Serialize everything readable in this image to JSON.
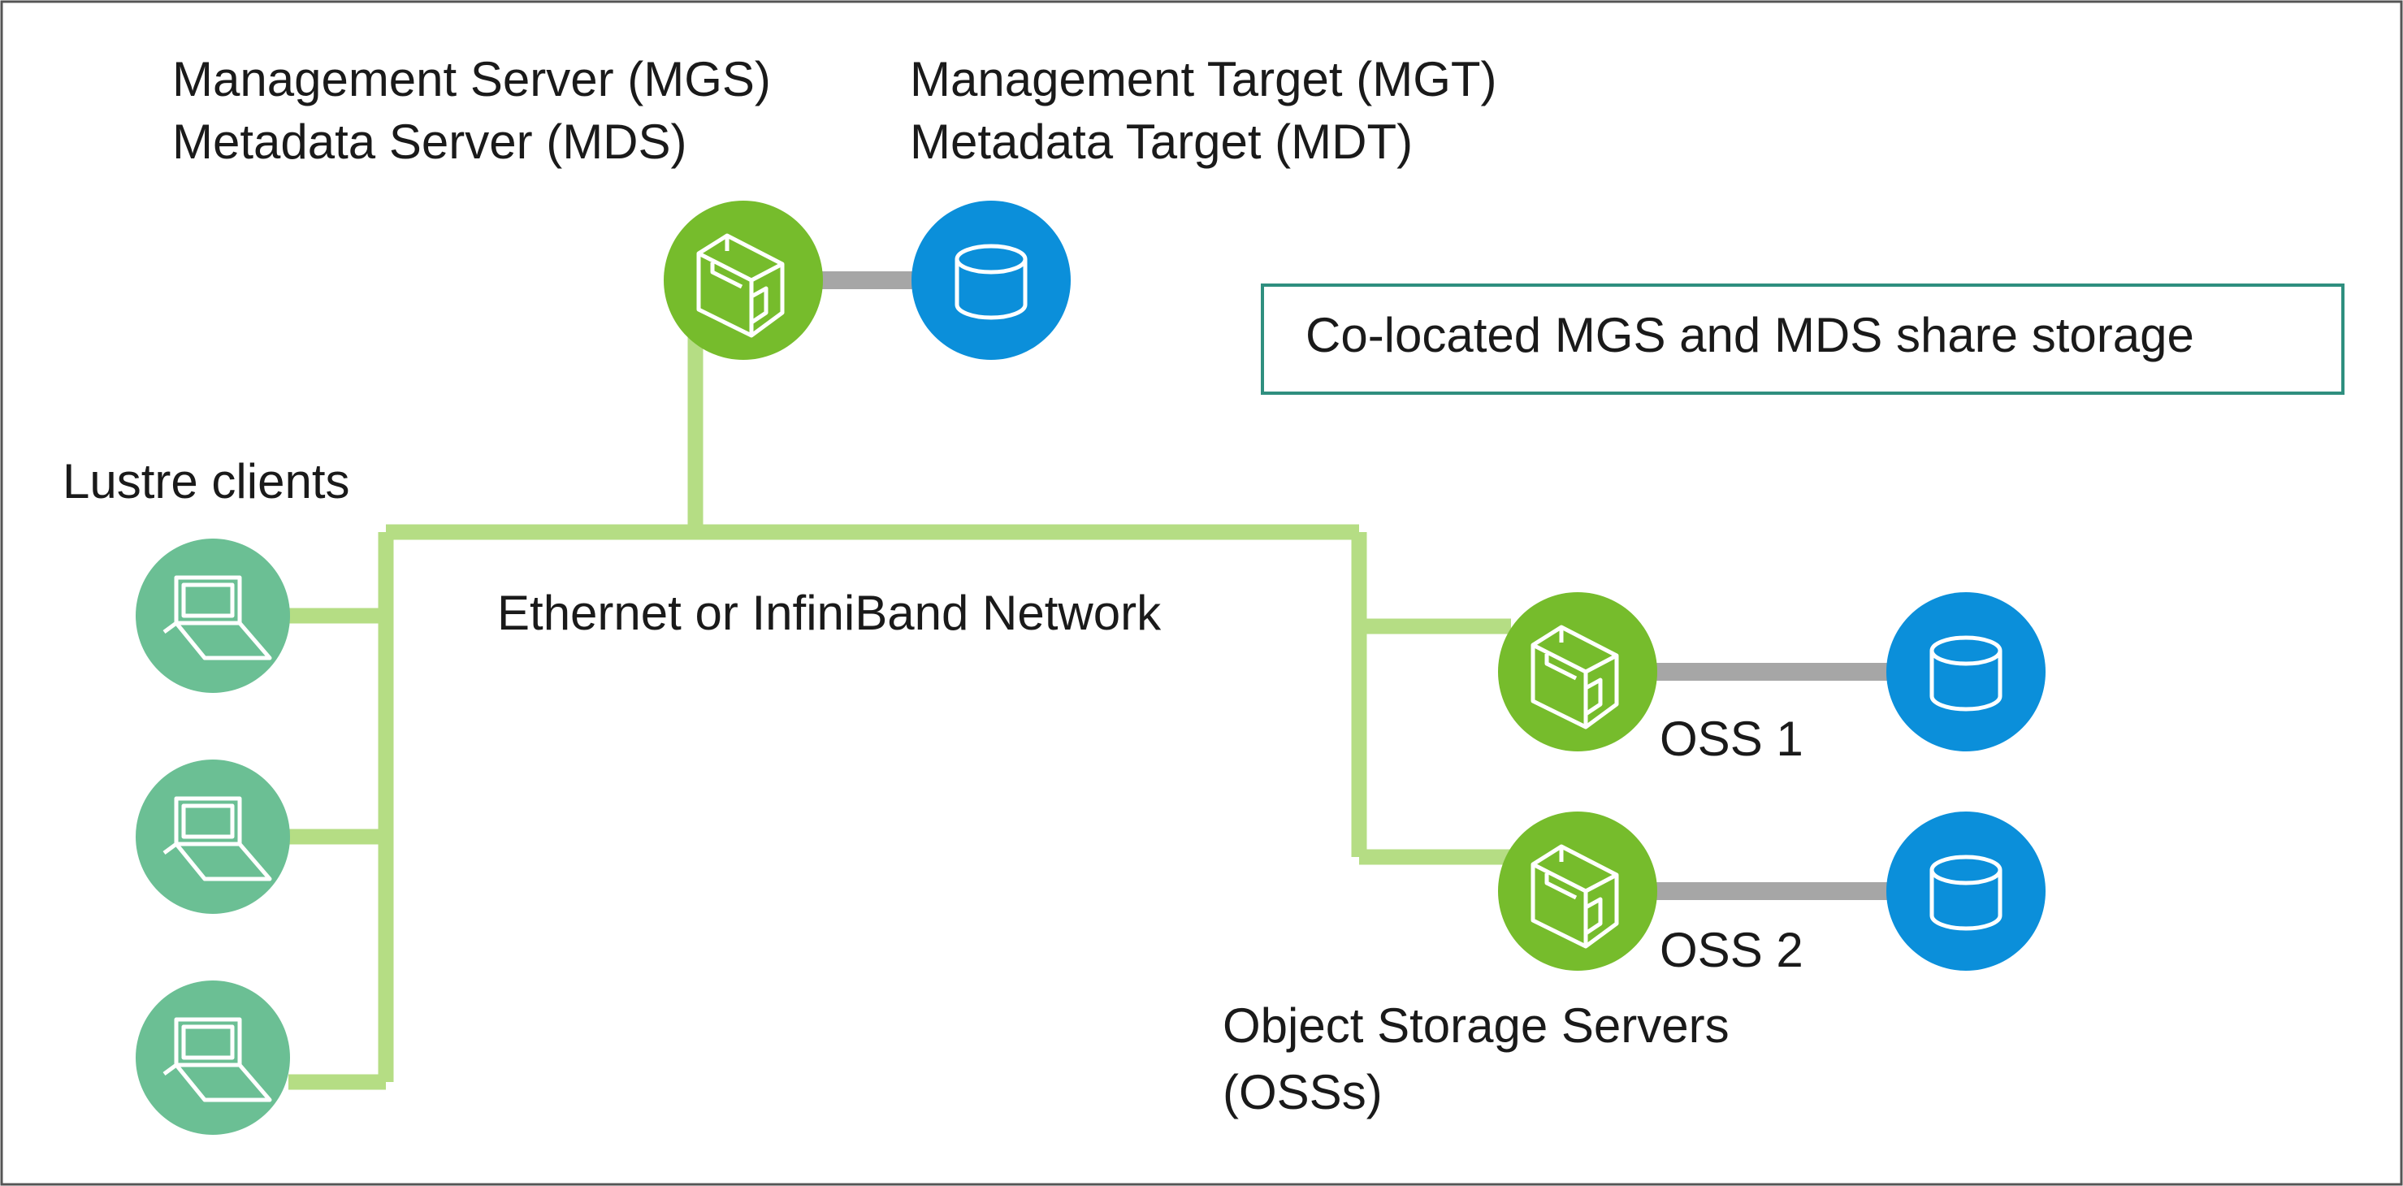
{
  "labels": {
    "mgs_line1": "Management Server (MGS)",
    "mgs_line2": "Metadata Server (MDS)",
    "mgt_line1": "Management Target (MGT)",
    "mgt_line2": "Metadata Target (MDT)",
    "note": "Co-located MGS and MDS share storage",
    "clients": "Lustre clients",
    "network": "Ethernet or InfiniBand Network",
    "oss1": "OSS 1",
    "oss2": "OSS 2",
    "oss_group_line1": "Object Storage Servers",
    "oss_group_line2": "(OSSs)"
  },
  "colors": {
    "network_line": "#b5dd84",
    "storage_link": "#a6a6a6",
    "server_node": "#76bc2c",
    "storage_node": "#0b8fda",
    "client_node": "#6bbf94",
    "note_border": "#2f8f7f",
    "frame_border": "#555555"
  },
  "icons": {
    "server": "server-box-icon",
    "storage": "storage-cylinder-icon",
    "client": "laptop-icon"
  }
}
